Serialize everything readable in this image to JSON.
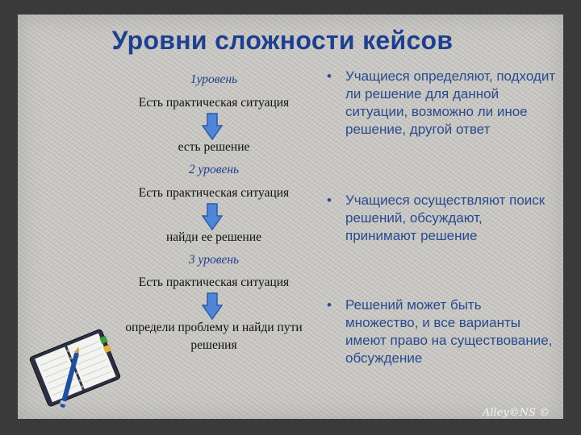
{
  "title": "Уровни сложности кейсов",
  "left": {
    "level1": "1уровень",
    "situation1": "Есть практическая ситуация",
    "result1": "есть решение",
    "level2": "2 уровень",
    "situation2": "Есть практическая ситуация",
    "result2": "найди ее решение",
    "level3": "3 уровень",
    "situation3": "Есть практическая ситуация",
    "result3_line1": "определи проблему и найди пути",
    "result3_line2": "решения"
  },
  "bullets": [
    {
      "text": "Учащиеся определяют, подходит ли решение для данной ситуации, возможно ли иное решение, другой ответ"
    },
    {
      "text": "Учащиеся осуществляют поиск решений, обсуждают, принимают решение"
    },
    {
      "text": "Решений может быть множество, и все варианты имеют право на существование, обсуждение"
    }
  ],
  "bullet_symbol": "•",
  "signature": "Alley©NS ©",
  "colors": {
    "title": "#1f3f8f",
    "bullets": "#2a4a8e",
    "arrow": "#4f86d8",
    "background": "#c9c8c4"
  }
}
